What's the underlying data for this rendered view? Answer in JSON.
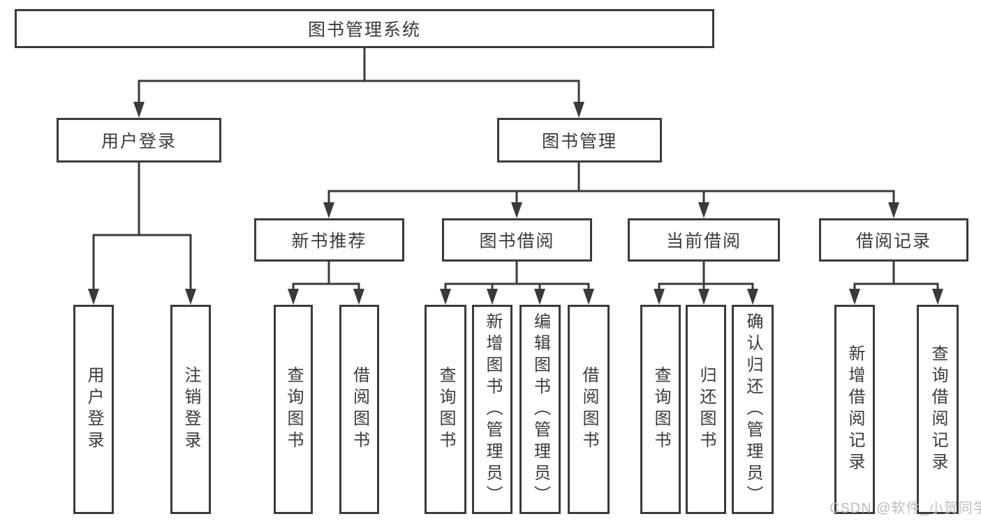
{
  "diagram": {
    "tree": {
      "label": "图书管理系统",
      "children": [
        {
          "label": "用户登录",
          "children": [
            {
              "label": "用户登录"
            },
            {
              "label": "注销登录"
            }
          ]
        },
        {
          "label": "图书管理",
          "children": [
            {
              "label": "新书推荐",
              "children": [
                {
                  "label": "查询图书"
                },
                {
                  "label": "借阅图书"
                }
              ]
            },
            {
              "label": "图书借阅",
              "children": [
                {
                  "label": "查询图书"
                },
                {
                  "label": "新增图书（管理员）"
                },
                {
                  "label": "编辑图书（管理员）"
                },
                {
                  "label": "借阅图书"
                }
              ]
            },
            {
              "label": "当前借阅",
              "children": [
                {
                  "label": "查询图书"
                },
                {
                  "label": "归还图书"
                },
                {
                  "label": "确认归还（管理员）"
                }
              ]
            },
            {
              "label": "借阅记录",
              "children": [
                {
                  "label": "新增借阅记录"
                },
                {
                  "label": "查询借阅记录"
                }
              ]
            }
          ]
        }
      ]
    }
  },
  "watermark": {
    "text": "CSDN @软件_小贺同学"
  },
  "colors": {
    "line": "#3a3a3a",
    "text": "#3a3a3a",
    "watermark": "#bdbdbd",
    "bg": "#ffffff"
  }
}
